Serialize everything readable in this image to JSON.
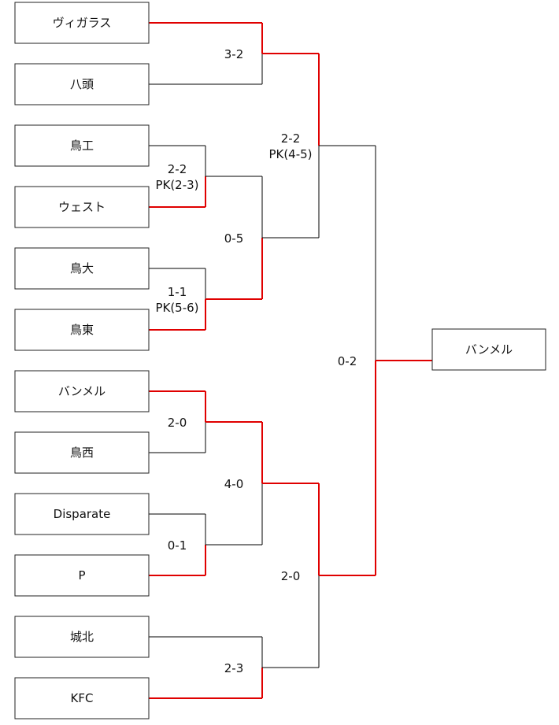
{
  "teams": [
    "ヴィガラス",
    "八頭",
    "鳥工",
    "ウェスト",
    "鳥大",
    "鳥東",
    "バンメル",
    "鳥西",
    "Disparate",
    "P",
    "城北",
    "KFC"
  ],
  "round1": [
    {
      "score": "3-2",
      "winner": 0
    },
    {
      "score": "2-2",
      "pk": "PK(2-3)",
      "winner": 1
    },
    {
      "score": "1-1",
      "pk": "PK(5-6)",
      "winner": 1
    },
    {
      "score": "2-0",
      "winner": 0
    },
    {
      "score": "0-1",
      "winner": 1
    },
    {
      "score": "2-3",
      "winner": 1
    }
  ],
  "round2": [
    {
      "score": "0-5",
      "winner": 1
    },
    {
      "score": "4-0",
      "winner": 0
    }
  ],
  "semis": [
    {
      "score": "2-2",
      "pk": "PK(4-5)",
      "winner": 0
    },
    {
      "score": "2-0",
      "winner": 0
    }
  ],
  "final": {
    "score": "0-2",
    "winner": 1
  },
  "champion": "バンメル",
  "colors": {
    "winner_line": "#e00000",
    "loser_line": "#000000"
  }
}
